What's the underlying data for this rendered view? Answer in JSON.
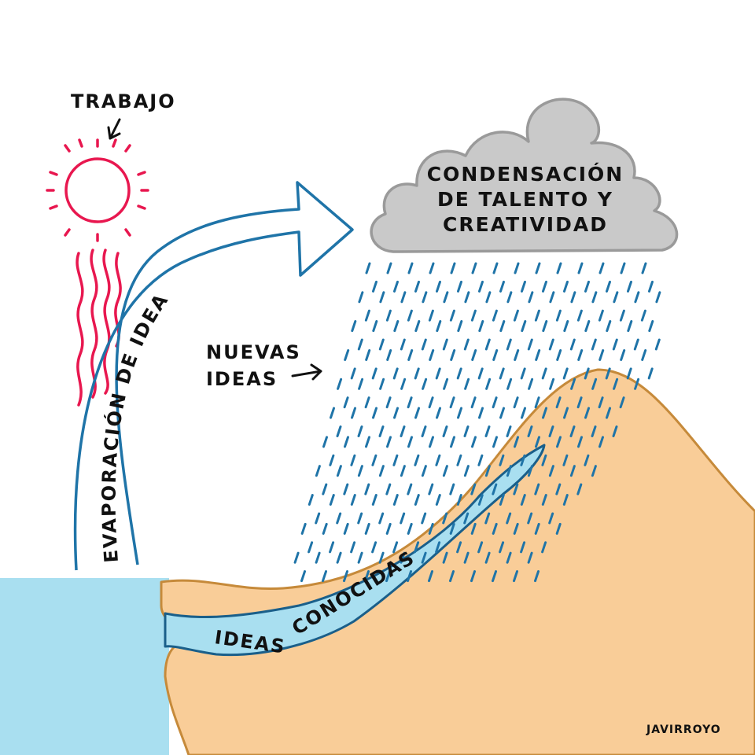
{
  "labels": {
    "trabajo": "TRABAJO",
    "cloud_line1": "CONDENSACIÓN",
    "cloud_line2": "DE TALENTO Y",
    "cloud_line3": "CREATIVIDAD",
    "nuevas": "NUEVAS",
    "ideas": "IDEAS",
    "evaporacion": "EVAPORACIÓN DE IDEAS",
    "river_ideas": "IDEAS",
    "river_conocidas": "CONOCIDAS",
    "signature": "JAVIRROYO"
  },
  "colors": {
    "sun": "#e8174f",
    "arrow": "#1f74a8",
    "rain": "#1f74a8",
    "water": "#a9dff0",
    "land": "#f9cd98",
    "land_outline": "#c68a3a",
    "cloud_fill": "#c9c9c9",
    "cloud_outline": "#9a9a9a",
    "river_outline": "#1a5f8a"
  }
}
